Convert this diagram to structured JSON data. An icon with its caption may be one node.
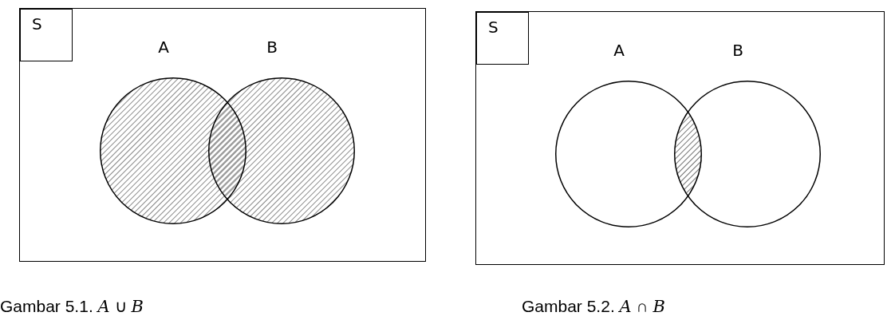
{
  "diagram": {
    "nodes": [
      {
        "text": [],
        "shape": "box"
      },
      {
        "text": [
          "S"
        ],
        "in": 0
      },
      {
        "text": [],
        "shape": "circle",
        "beside": [
          "A"
        ],
        "in": 0
      },
      {
        "text": [],
        "shape": "circle",
        "beside": [
          "B"
        ],
        "in": 0
      },
      {
        "text": [],
        "shape": "box"
      },
      {
        "text": [
          "S"
        ],
        "in": 4
      },
      {
        "text": [],
        "shape": "circle",
        "beside": [
          "A"
        ],
        "in": 4
      },
      {
        "text": [],
        "shape": "circle",
        "beside": [
          "B"
        ],
        "in": 4
      }
    ],
    "edges": [],
    "labels": [
      "Gambar 5.1. *A* ∪ *B*",
      "Gambar 5.2. *A* ∩ *B*"
    ]
  }
}
